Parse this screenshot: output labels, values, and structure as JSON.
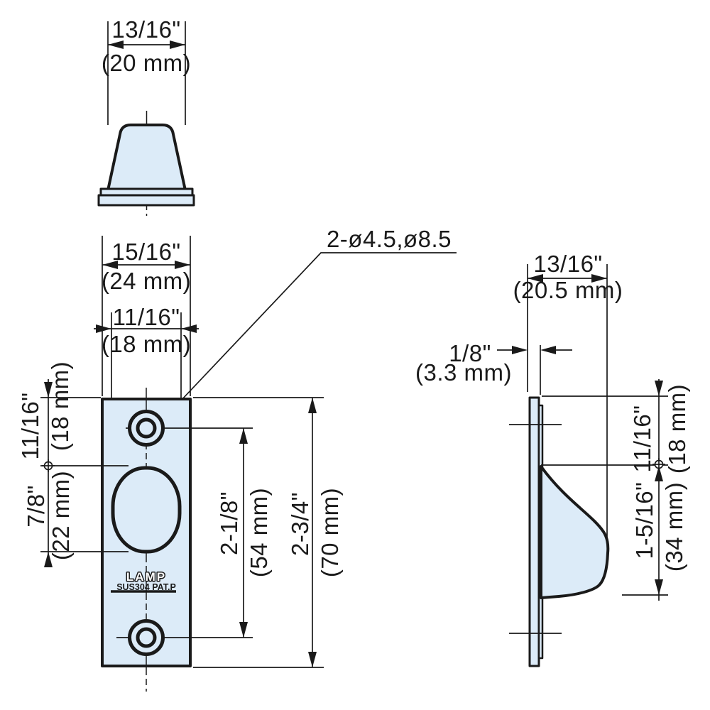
{
  "colors": {
    "fill": "#dcebf8",
    "line": "#1a1a1a",
    "background": "#ffffff"
  },
  "views": {
    "top": {
      "width": {
        "inch": "13/16\"",
        "mm": "(20 mm)"
      }
    },
    "front": {
      "overall_width": {
        "inch": "15/16\"",
        "mm": "(24 mm)"
      },
      "latch_width": {
        "inch": "11/16\"",
        "mm": "(18 mm)"
      },
      "hole_callout": "2-ø4.5,ø8.5",
      "top_offset": {
        "inch": "11/16\"",
        "mm": "(18 mm)"
      },
      "latch_height": {
        "inch": "7/8\"",
        "mm": "(22 mm)"
      },
      "hole_spacing": {
        "inch": "2-1/8\"",
        "mm": "(54 mm)"
      },
      "overall_height": {
        "inch": "2-3/4\"",
        "mm": "(70 mm)"
      },
      "brand": "LAMP",
      "material": "SUS304 PAT.P"
    },
    "side": {
      "depth": {
        "inch": "13/16\"",
        "mm": "(20.5 mm)"
      },
      "thickness": {
        "inch": "1/8\"",
        "mm": "(3.3 mm)"
      },
      "top_offset": {
        "inch": "11/16\"",
        "mm": "(18 mm)"
      },
      "prong_height": {
        "inch": "1-5/16\"",
        "mm": "(34 mm)"
      }
    }
  }
}
